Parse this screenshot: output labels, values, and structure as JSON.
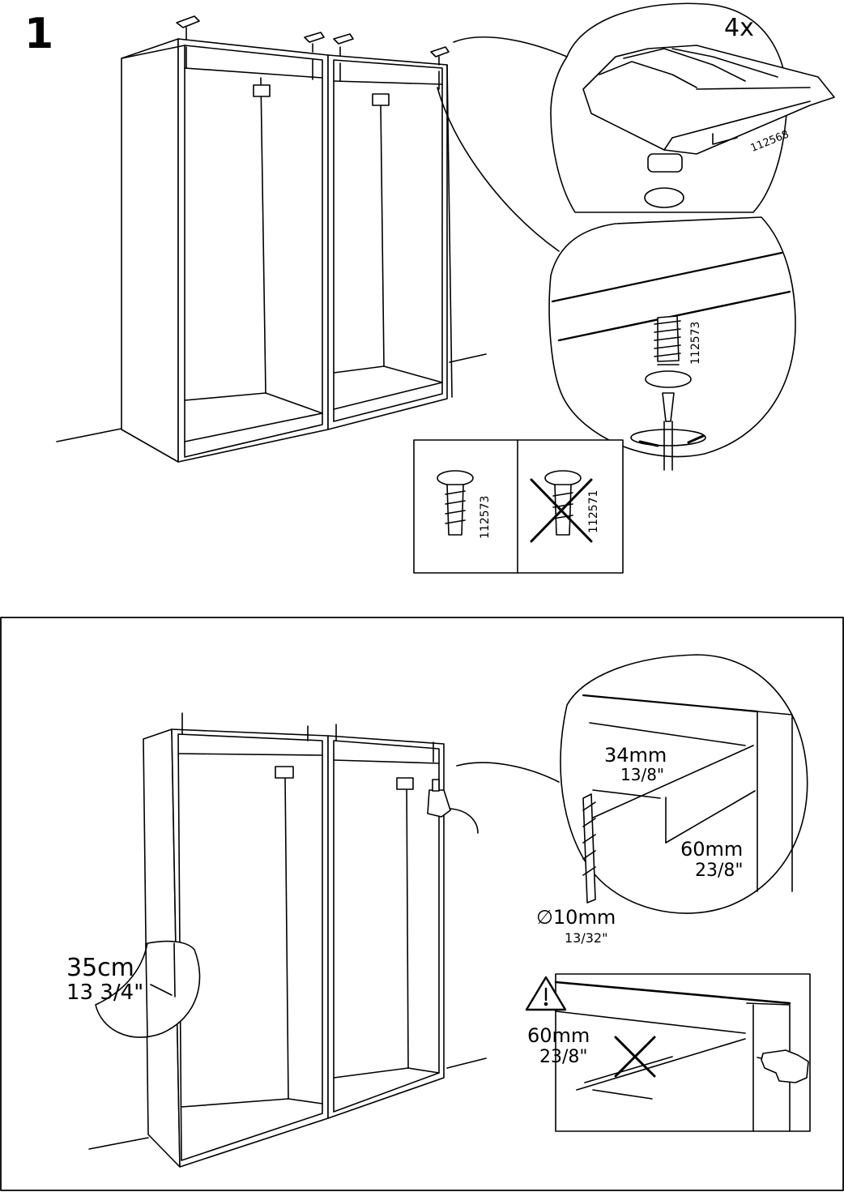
{
  "step": {
    "number": "1"
  },
  "top_panel": {
    "quantity": "4x",
    "glide_part_no": "112568",
    "screw_part_no": "112573",
    "correct_screw_part_no": "112573",
    "wrong_screw_part_no": "112571"
  },
  "bottom_panel": {
    "drill_offset_mm": "34mm",
    "drill_offset_in": "13/8\"",
    "depth_mm": "60mm",
    "depth_in": "23/8\"",
    "drill_diameter": "∅10mm",
    "drill_diameter_in": "13/32\"",
    "side_mm": "35cm",
    "side_in": "13 3/4\"",
    "warning_mm": "60mm",
    "warning_in": "23/8\""
  },
  "icons": [
    "warning-icon",
    "pointing-hand-icon",
    "screwdriver-icon",
    "drill-icon",
    "cross-mark-icon"
  ]
}
